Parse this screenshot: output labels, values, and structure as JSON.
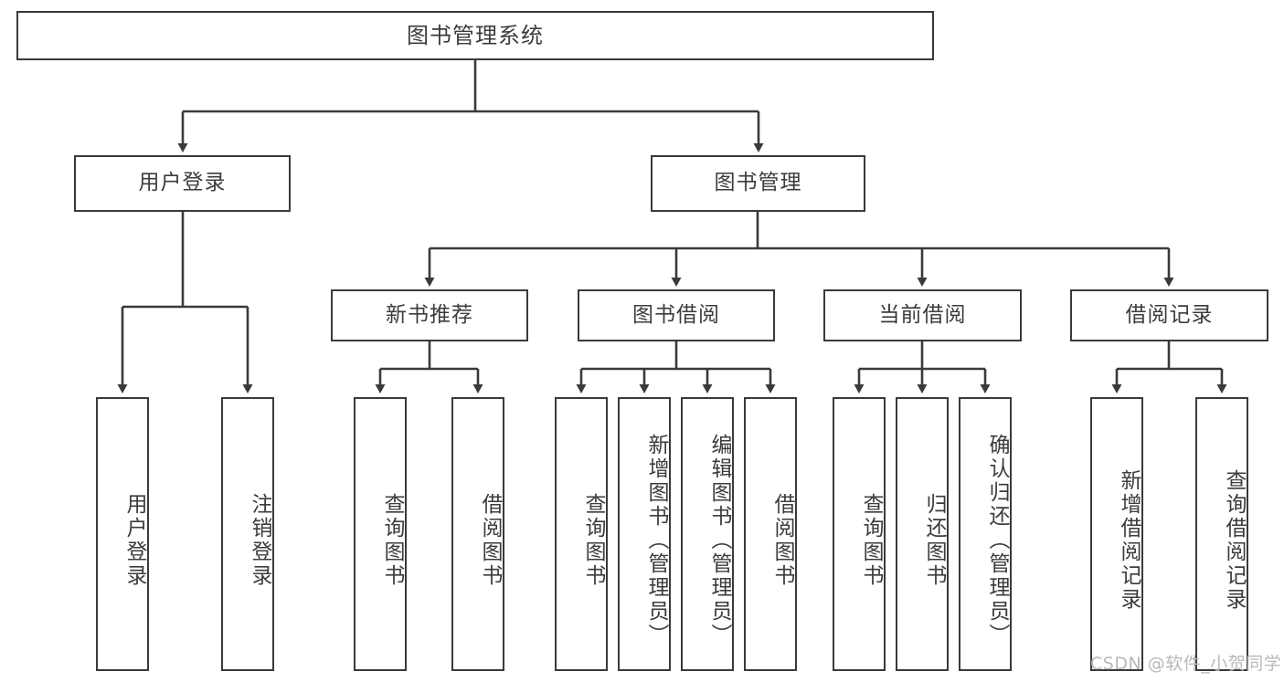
{
  "diagram": {
    "title": "图书管理系统",
    "type": "tree-hierarchy",
    "root": {
      "label": "图书管理系统"
    },
    "level1": [
      {
        "id": "user-login",
        "label": "用户登录"
      },
      {
        "id": "book-management",
        "label": "图书管理"
      }
    ],
    "level2": [
      {
        "id": "new-book-recommend",
        "label": "新书推荐",
        "parent": "book-management"
      },
      {
        "id": "book-borrow",
        "label": "图书借阅",
        "parent": "book-management"
      },
      {
        "id": "current-borrow",
        "label": "当前借阅",
        "parent": "book-management"
      },
      {
        "id": "borrow-record",
        "label": "借阅记录",
        "parent": "book-management"
      }
    ],
    "leaves": [
      {
        "id": "leaf-user-login",
        "label": "用户登录",
        "parent": "user-login"
      },
      {
        "id": "leaf-logout",
        "label": "注销登录",
        "parent": "user-login"
      },
      {
        "id": "leaf-query-book-1",
        "label": "查询图书",
        "parent": "new-book-recommend"
      },
      {
        "id": "leaf-borrow-book-1",
        "label": "借阅图书",
        "parent": "new-book-recommend"
      },
      {
        "id": "leaf-query-book-2",
        "label": "查询图书",
        "parent": "book-borrow"
      },
      {
        "id": "leaf-add-book",
        "label": "新增图书（管理员）",
        "parent": "book-borrow"
      },
      {
        "id": "leaf-edit-book",
        "label": "编辑图书（管理员）",
        "parent": "book-borrow"
      },
      {
        "id": "leaf-borrow-book-2",
        "label": "借阅图书",
        "parent": "book-borrow"
      },
      {
        "id": "leaf-query-book-3",
        "label": "查询图书",
        "parent": "current-borrow"
      },
      {
        "id": "leaf-return-book",
        "label": "归还图书",
        "parent": "current-borrow"
      },
      {
        "id": "leaf-confirm-return",
        "label": "确认归还（管理员）",
        "parent": "current-borrow"
      },
      {
        "id": "leaf-add-record",
        "label": "新增借阅记录",
        "parent": "borrow-record"
      },
      {
        "id": "leaf-query-record",
        "label": "查询借阅记录",
        "parent": "borrow-record"
      }
    ],
    "watermark": "CSDN @软件_小贺同学",
    "colors": {
      "stroke": "#3a3a3a",
      "text": "#3c3c3c",
      "background": "#ffffff",
      "watermark": "#b9b9b9"
    }
  }
}
